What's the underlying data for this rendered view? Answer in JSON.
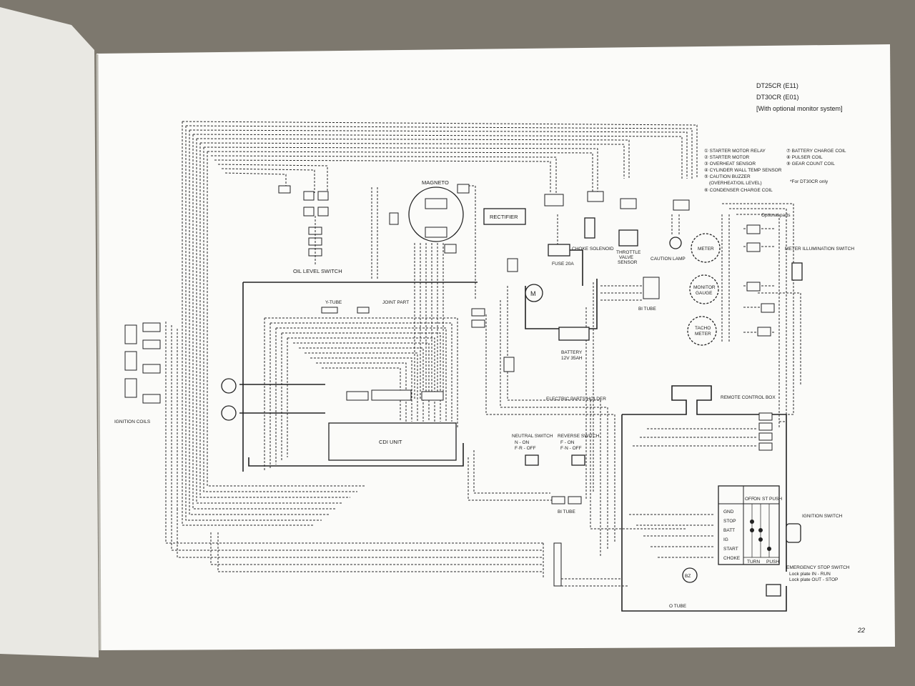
{
  "title_block": {
    "model_line_1": "DT25CR (E11)",
    "model_line_2": "DT30CR (E01)",
    "model_line_3": "[With optional monitor system]"
  },
  "legend": {
    "left": [
      "① STARTER MOTOR RELAY",
      "② STARTER MOTOR",
      "③ OVERHEAT SENSOR",
      "④ CYLINDER WALL TEMP SENSOR",
      "⑤ CAUTION BUZZER",
      "(OVERHEAT/OIL LEVEL)",
      "⑥ CONDENSER CHARGE COIL"
    ],
    "right": [
      "⑦ BATTERY CHARGE COIL",
      "⑧ PULSER COIL",
      "⑨ GEAR COUNT COIL"
    ],
    "note": "*For DT30CR only"
  },
  "labels": {
    "oil_level_switch": "OIL LEVEL SWITCH",
    "magneto": "MAGNETO",
    "rectifier": "RECTIFIER",
    "choke_solenoid": "CHOKE SOLENOID",
    "throttle_valve_sensor_1": "THROTTLE",
    "throttle_valve_sensor_2": "VALVE",
    "throttle_valve_sensor_3": "SENSOR",
    "caution_lamp": "CAUTION LAMP",
    "optional_parts": "Optional parts",
    "meter": "METER",
    "meter_illumination_switch": "METER ILLUMINATION SWITCH",
    "monitor_gauge_1": "MONITOR",
    "monitor_gauge_2": "GAUGE",
    "tacho_meter_1": "TACHO",
    "tacho_meter_2": "METER",
    "fuse": "FUSE 20A",
    "battery_1": "BATTERY",
    "battery_2": "12V 35AH",
    "y_tube": "Y-TUBE",
    "joint_part": "JOINT PART",
    "bl_tube_upper": "Bl TUBE",
    "electric_parts_holder": "ELECTRIC PARTS HOLDER",
    "remote_control_box": "REMOTE CONTROL BOX",
    "cdi_unit": "CDI UNIT",
    "ignition_coils": "IGNITION COILS",
    "neutral_switch": "NEUTRAL SWITCH",
    "neutral_on": "N - ON",
    "neutral_off": "F·R - OFF",
    "reverse_switch": "REVERSE SWITCH",
    "reverse_on": "F - ON",
    "reverse_off": "F·N - OFF",
    "bl_tube_lower": "Bl TUBE",
    "o_tube": "O TUBE",
    "ignition_switch": "IGNITION SWITCH",
    "emergency_stop_switch": "EMERGENCY STOP SWITCH",
    "lock_plate_in": "Lock plate IN - RUN",
    "lock_plate_out": "Lock plate OUT - STOP",
    "motor_symbol": "M",
    "buzzer_symbol": "BZ",
    "page_number": "22"
  },
  "ignition_table": {
    "header": [
      "OFF",
      "ON",
      "ST",
      "PUSH"
    ],
    "rows": [
      "GND",
      "STOP",
      "BATT",
      "IG",
      "START",
      "CHOKE"
    ],
    "footer": [
      "TURN",
      "PUSH"
    ]
  },
  "colors": {
    "paper": "#fbfbf9",
    "ink": "#222222",
    "background": "#7d786e"
  }
}
